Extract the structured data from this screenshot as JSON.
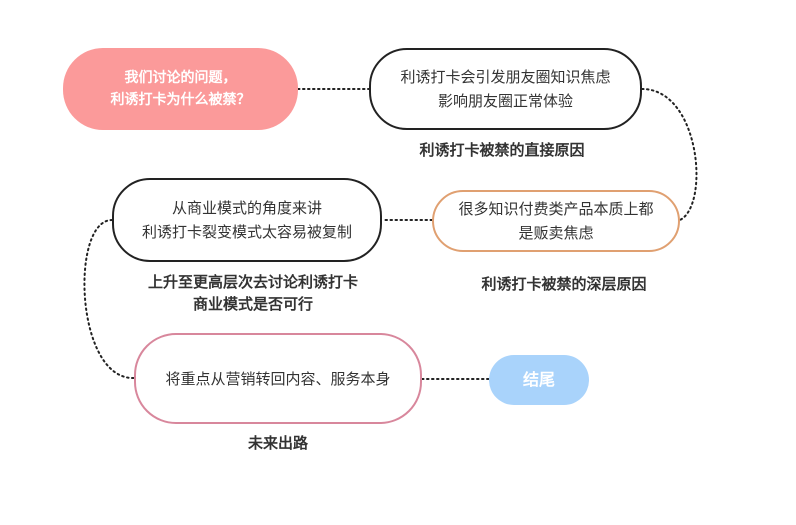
{
  "colors": {
    "question_fill": "#fb9a9a",
    "direct_border": "#222222",
    "deep_border": "#e0a071",
    "business_border": "#222222",
    "future_border": "#d8879c",
    "end_fill": "#a9d3fb",
    "connector": "#222222"
  },
  "nodes": {
    "question": {
      "lines": [
        "我们讨论的问题，",
        "利诱打卡为什么被禁？"
      ]
    },
    "direct": {
      "lines": [
        "利诱打卡会引发朋友圈知识焦虑",
        "影响朋友圈正常体验"
      ]
    },
    "deep": {
      "lines": [
        "很多知识付费类产品本质上都",
        "是贩卖焦虑"
      ]
    },
    "business": {
      "lines": [
        "从商业模式的角度来讲",
        "利诱打卡裂变模式太容易被复制"
      ]
    },
    "future": {
      "lines": [
        "将重点从营销转回内容、服务本身"
      ]
    },
    "end": {
      "lines": [
        "结尾"
      ]
    }
  },
  "captions": {
    "direct": [
      "利诱打卡被禁的直接原因"
    ],
    "deep": [
      "利诱打卡被禁的深层原因"
    ],
    "business": [
      "上升至更高层次去讨论利诱打卡",
      "商业模式是否可行"
    ],
    "future": [
      "未来出路"
    ]
  }
}
